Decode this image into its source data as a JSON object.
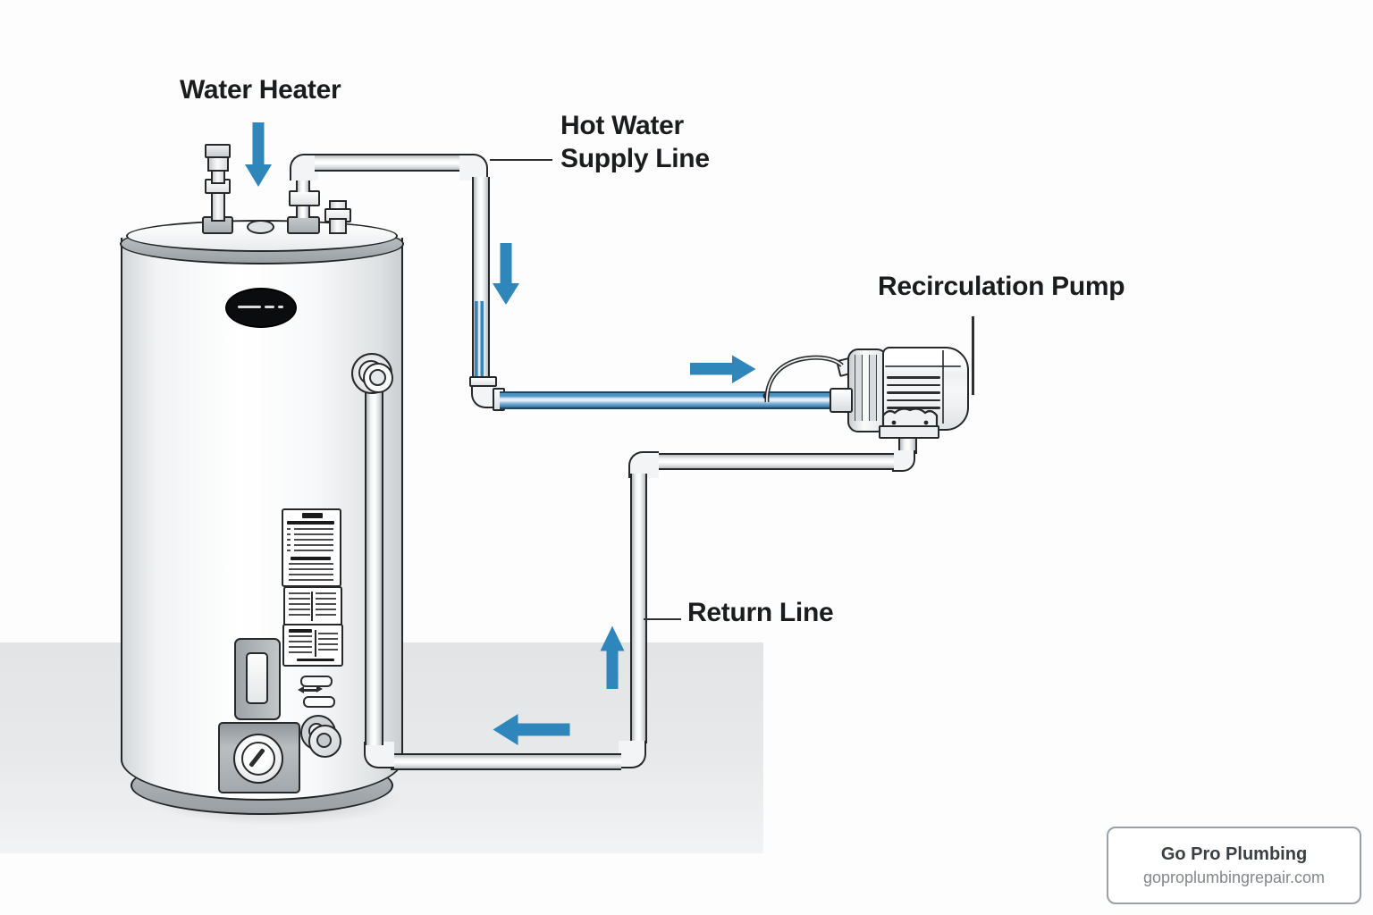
{
  "diagram": {
    "title_context": "Water heater recirculation system diagram",
    "labels": {
      "water_heater": "Water Heater",
      "hot_water_line1": "Hot Water",
      "hot_water_line2": "Supply Line",
      "recirculation_pump": "Recirculation Pump",
      "return_line": "Return Line"
    },
    "colors": {
      "flow_arrow_blue": "#2e86ba",
      "pipe_water_blue": "#3a85ba",
      "outline_dark": "#26282a",
      "floor_gray": "#e4e6e7",
      "tank_rim_gray": "#a9aeb2"
    },
    "icons": {
      "flow_arrows": [
        "down-arrow-into-heater",
        "down-arrow-supply",
        "right-arrow-to-pump",
        "up-arrow-return",
        "left-arrow-to-tank"
      ]
    }
  },
  "branding": {
    "company": "Go Pro Plumbing",
    "website": "goproplumbingrepair.com"
  }
}
